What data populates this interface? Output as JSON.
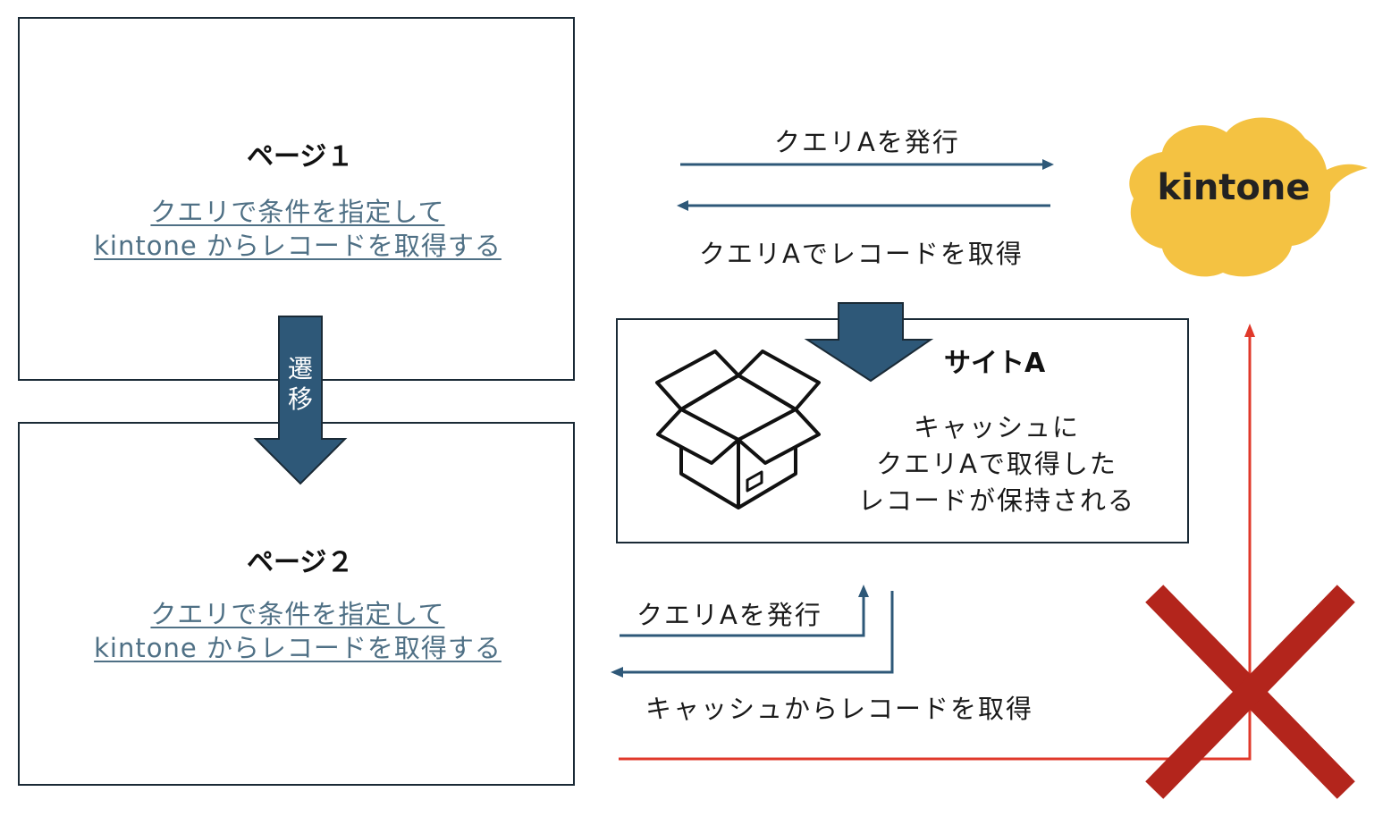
{
  "page1": {
    "title": "ページ１",
    "desc_line1": "クエリで条件を指定して",
    "desc_line2": " kintone からレコードを取得する"
  },
  "page2": {
    "title": "ページ２",
    "desc_line1": "クエリで条件を指定して",
    "desc_line2": " kintone からレコードを取得する"
  },
  "transition": {
    "line1": "遷",
    "line2": "移"
  },
  "arrows": {
    "issue_query_top": "クエリAを発行",
    "get_records_top": "クエリAでレコードを取得",
    "issue_query_bottom": "クエリAを発行",
    "get_from_cache": "キャッシュからレコードを取得"
  },
  "site": {
    "title": "サイトA",
    "desc_line1": "キャッシュに",
    "desc_line2": "クエリAで取得した",
    "desc_line3": "レコードが保持される"
  },
  "kintone": {
    "logo": "kintone"
  },
  "colors": {
    "box_border": "#1a2a36",
    "arrow_blue": "#2e5878",
    "link_text": "#4f7085",
    "red_line": "#e0392b",
    "cross": "#b3251c",
    "cloud": "#f4c242"
  },
  "icons": {
    "box": "open-box-icon",
    "cross": "cross-icon",
    "cloud": "kintone-cloud-icon"
  }
}
